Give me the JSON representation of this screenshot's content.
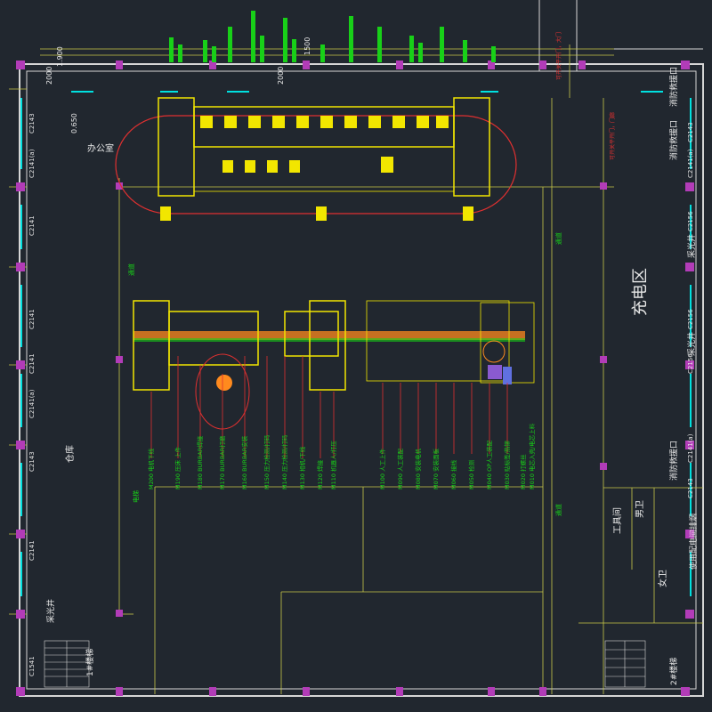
{
  "colors": {
    "background": "#21272f",
    "wall": "#d6d6d6",
    "grid_line": "#c8c84a",
    "column": "#b23cb8",
    "equipment": "#f2e600",
    "green": "#18d018",
    "cyan": "#00e0e0",
    "red": "#e03030",
    "orange": "#ff8a1e",
    "white_text": "#e8e8e8"
  },
  "rooms": {
    "office": "办公室",
    "warehouse": "仓库",
    "charging_area": "充电区",
    "tool_room": "工具间",
    "male_wc": "男卫",
    "female_wc": "女卫",
    "stair_1": "1#楼梯",
    "stair_2": "2#楼梯"
  },
  "shafts": {
    "light_well_left": "采光井",
    "light_well_right": "采光井",
    "light_well_right_2": "采光井",
    "hatch_fire": "消防救援口",
    "hatch_fire_2": "消防救援口",
    "hatch_fire_3": "消防救援口",
    "elev_right": "使用配电间排烟"
  },
  "dimensions": {
    "dim_1900": "1.900",
    "dim_0650": "0.650",
    "dim_2000": "2000",
    "dim_2000b": "2000",
    "dim_1500": "1500"
  },
  "window_codes": [
    "C2143",
    "C2141(a)",
    "C2141",
    "C2141",
    "C2141",
    "C2141(a)",
    "C2143",
    "C2141",
    "C1541"
  ],
  "window_codes_right": [
    "C2143",
    "C2141(a)",
    "C2156",
    "C2156",
    "C2156",
    "C2141(a)",
    "C2143"
  ],
  "door_notes": {
    "top_right": "可开关平开门，大门",
    "right_mid": "可开关平开门，门廊"
  },
  "station_labels": [
    "M200 电机下线",
    "M190 压床 上件",
    "M180 BURBAR焊接",
    "M170 BURBAR打磨",
    "M160 BURBAR安装",
    "M150 压力检测/打码",
    "M140 压力检测/打码",
    "M130 相机/下线",
    "M120 焊接",
    "M110 机器人/打压",
    "M100 人工上件",
    "M090 人工装配",
    "M080 安装电机",
    "M070 安装面板",
    "M060 接线",
    "M050 检测",
    "M040 OP人工装配",
    "M030 贴标签/热铆",
    "M020 打螺丝",
    "M010 电芯入壳/电芯上料"
  ],
  "vertical_labels": {
    "corridor_left": "通道",
    "corridor_mid": "通道",
    "corridor_bottom": "通道",
    "lift_right": "电梯"
  }
}
